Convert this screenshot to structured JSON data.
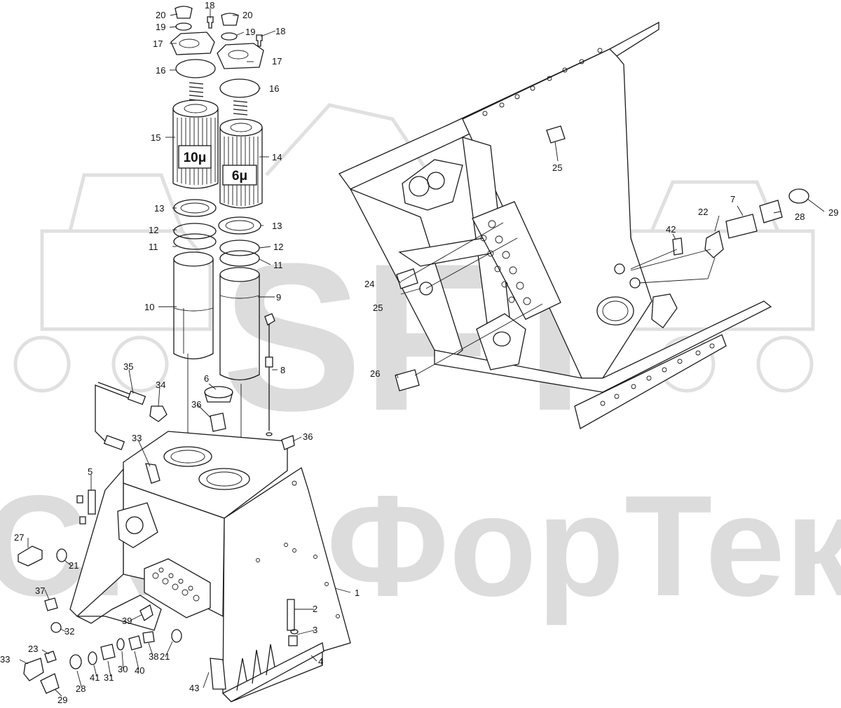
{
  "watermark": {
    "brand": "SFT",
    "company": "СканФорТек",
    "color": "#d9d9d9"
  },
  "filter_marks": {
    "left_filter": "10μ",
    "right_filter": "6μ"
  },
  "callouts": {
    "n1": "1",
    "n2": "2",
    "n3": "3",
    "n4": "4",
    "n5": "5",
    "n6": "6",
    "n7": "7",
    "n8": "8",
    "n9": "9",
    "n10": "10",
    "n11": "11",
    "n12": "12",
    "n13": "13",
    "n14": "14",
    "n15": "15",
    "n16": "16",
    "n17": "17",
    "n18": "18",
    "n19": "19",
    "n20": "20",
    "n21": "21",
    "n22": "22",
    "n23": "23",
    "n24": "24",
    "n25": "25",
    "n26": "26",
    "n27": "27",
    "n28": "28",
    "n29": "29",
    "n30": "30",
    "n31": "31",
    "n32": "32",
    "n33": "33",
    "n34": "34",
    "n35": "35",
    "n36": "36",
    "n37": "37",
    "n38": "38",
    "n39": "39",
    "n40": "40",
    "n41": "41",
    "n42": "42",
    "n43": "43"
  }
}
